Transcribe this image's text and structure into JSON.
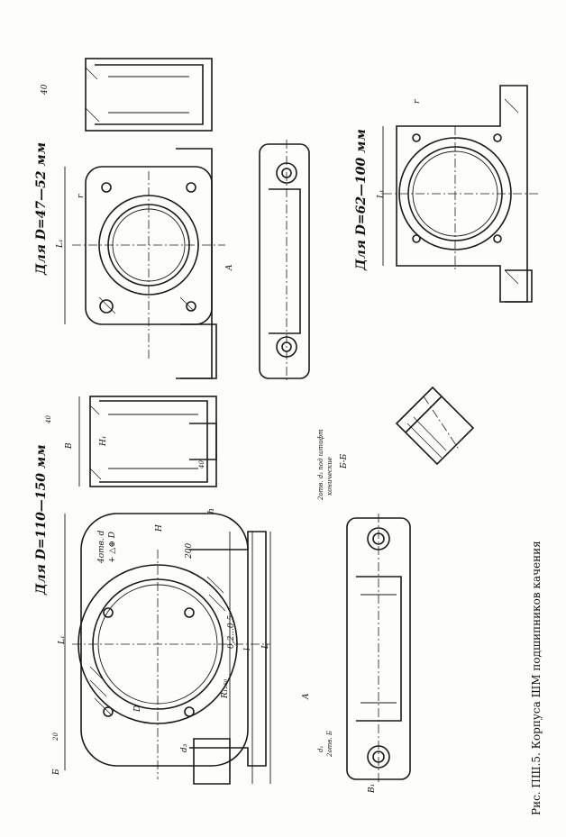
{
  "caption": "Рис. ПШ.5. Корпуса ШМ подшипников качения",
  "views": {
    "large": {
      "title": "Для D=110—150 мм"
    },
    "medium": {
      "title": "Для D=47—52 мм",
      "surface": "40"
    },
    "wide": {
      "title": "Для D=62—100 мм"
    }
  },
  "labels": {
    "holes_d": "4отв. d",
    "tolerance": "+ △⊕ D",
    "holes_d2": "2отв. d₂ под штифт",
    "holes_d2_note": "конические",
    "section_bb": "Б-Б",
    "dim_d1": "d₁",
    "holes_b": "2отв. Б",
    "dims": {
      "L1": "L₁",
      "L": "L",
      "l": "l",
      "H": "H",
      "H1": "H₁",
      "B": "B",
      "B1": "B₁",
      "D": "D",
      "d3": "d₃",
      "h": "h",
      "A": "A",
      "Bmark": "Б",
      "r": "r",
      "dim_025": "0,2...0,5",
      "surf_200": "200",
      "r_ref": "R₁₂₅₀"
    }
  },
  "surface_marks": {
    "s1": "40",
    "s2": "20",
    "s3": "40"
  }
}
